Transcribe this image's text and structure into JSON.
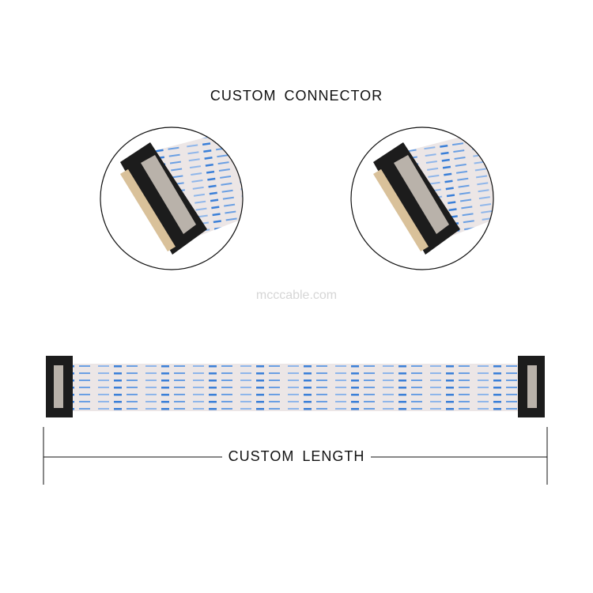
{
  "header": {
    "title": "CUSTOM CONNECTOR"
  },
  "watermark": "mcccable.com",
  "dimension": {
    "label": "CUSTOM LENGTH"
  },
  "colors": {
    "cable": "#ece6e6",
    "print": "#3a7fd8",
    "connector": "#1c1c1c",
    "contacts": "#b9b2aa"
  }
}
